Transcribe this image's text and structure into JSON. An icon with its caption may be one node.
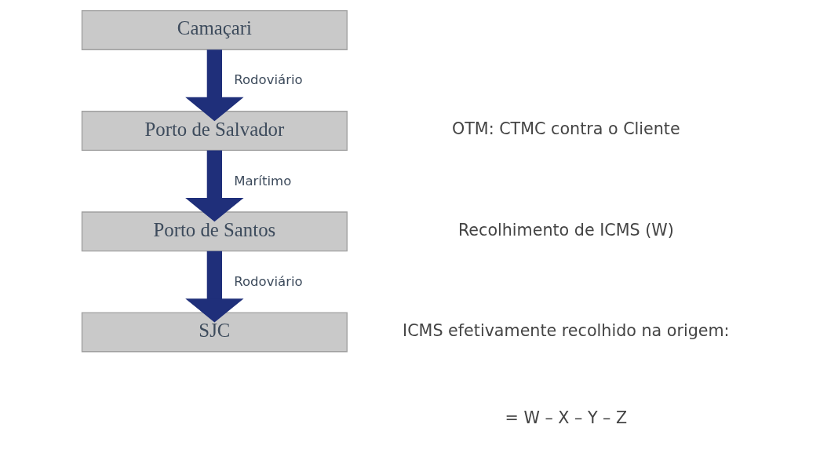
{
  "diagram": {
    "nodes": [
      {
        "text": [
          "Camaçari"
        ]
      },
      {
        "text": [
          "Porto de Salvador"
        ]
      },
      {
        "text": [
          "Porto de Santos"
        ]
      },
      {
        "text": [
          "SJC"
        ]
      }
    ],
    "edges": [
      {
        "from": 0,
        "to": 1,
        "arrow": "to",
        "label": "Rodoviário"
      },
      {
        "from": 1,
        "to": 2,
        "arrow": "to",
        "label": "Marítimo"
      },
      {
        "from": 2,
        "to": 3,
        "arrow": "to",
        "label": "Rodoviário"
      }
    ],
    "labels": [
      "OTM: CTMC contra o Cliente",
      "Recolhimento de ICMS (W)",
      "ICMS efetivamente recolhido na origem:",
      "= W – X – Y – Z"
    ]
  }
}
